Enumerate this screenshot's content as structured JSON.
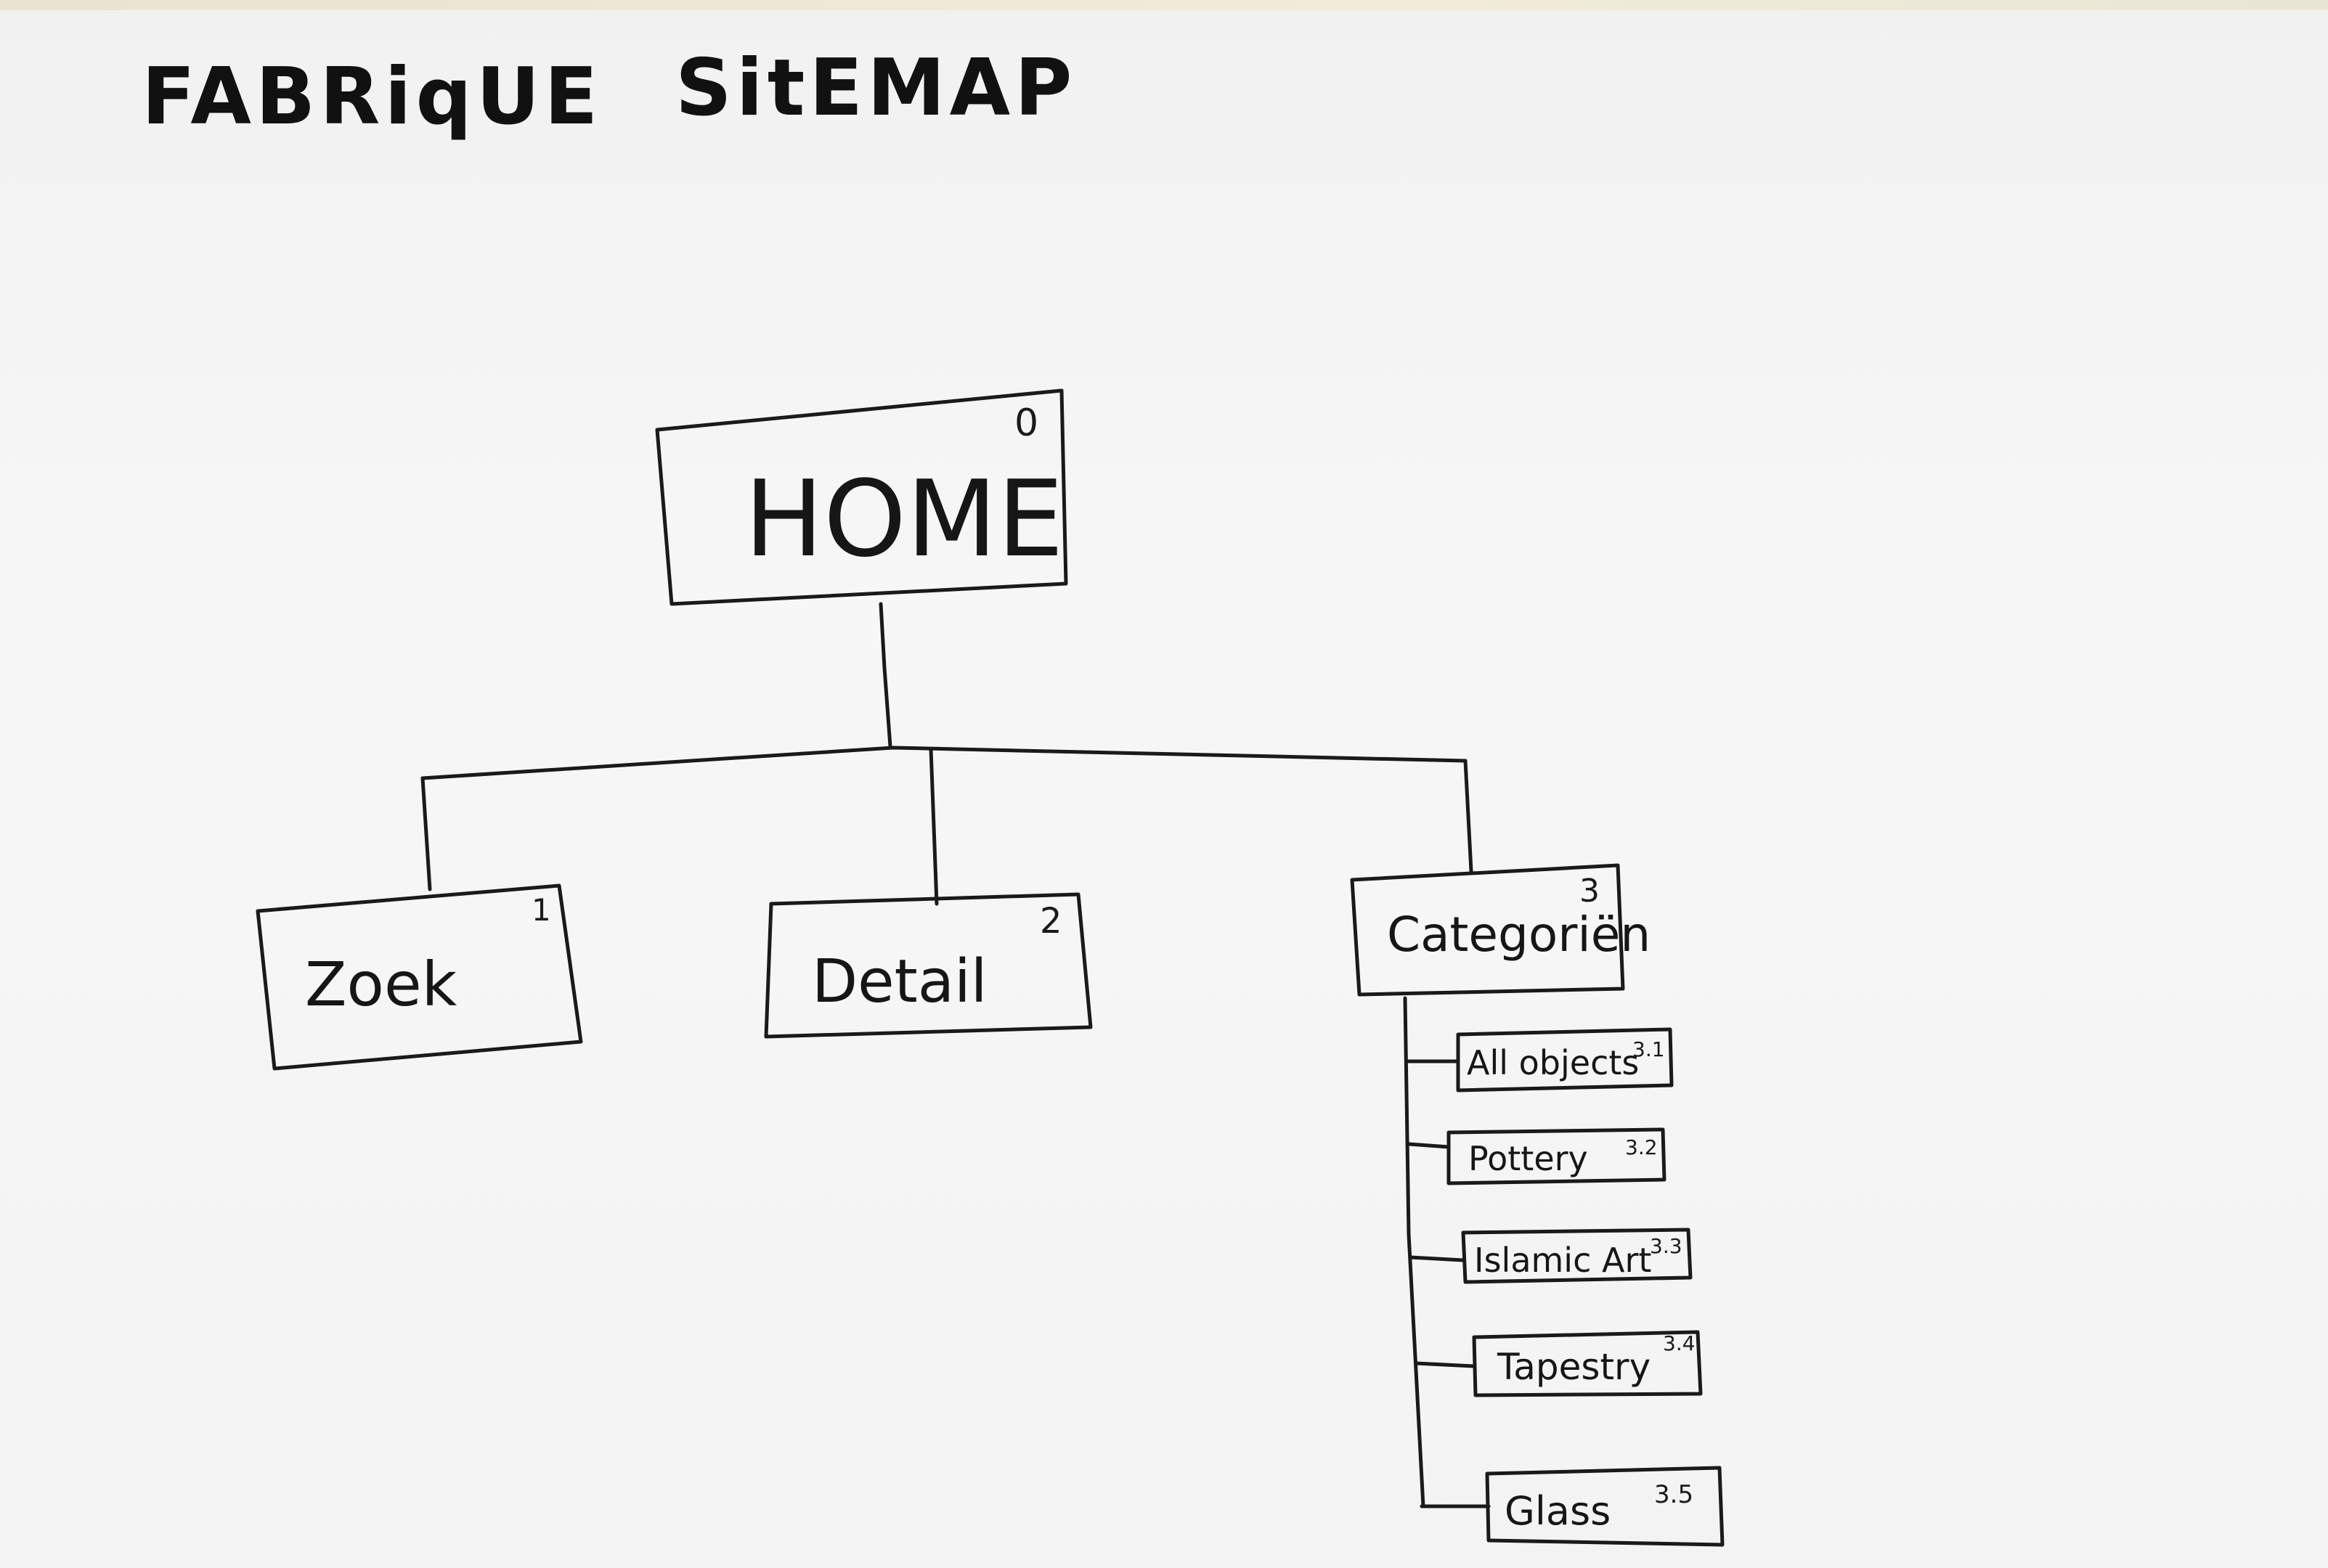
{
  "title": {
    "word1": "FABRiqUE",
    "word2": "SitEMAP"
  },
  "home": {
    "label": "HOME",
    "number": "0"
  },
  "level1": [
    {
      "label": "Zoek",
      "number": "1"
    },
    {
      "label": "Detail",
      "number": "2"
    },
    {
      "label": "Categoriën",
      "number": "3"
    }
  ],
  "categories": [
    {
      "label": "All objects",
      "number": "3.1"
    },
    {
      "label": "Pottery",
      "number": "3.2"
    },
    {
      "label": "Islamic Art",
      "number": "3.3"
    },
    {
      "label": "Tapestry",
      "number": "3.4"
    },
    {
      "label": "Glass",
      "number": "3.5"
    }
  ]
}
